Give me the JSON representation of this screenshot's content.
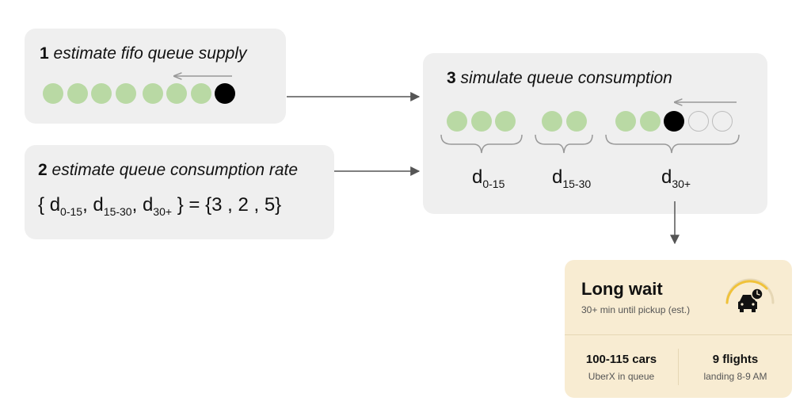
{
  "steps": [
    {
      "number": "1",
      "title": "estimate fifo queue supply"
    },
    {
      "number": "2",
      "title": "estimate queue consumption rate"
    },
    {
      "number": "3",
      "title": "simulate queue consumption"
    }
  ],
  "supply_queue": {
    "filled": 7,
    "current": 1
  },
  "formula": {
    "lbrace": "{",
    "rbrace": "}",
    "equals": "=",
    "d": "d",
    "terms": [
      "0-15",
      "15-30",
      "30+"
    ],
    "values": "{3 , 2 , 5}"
  },
  "simulation": {
    "groups": [
      {
        "subscript": "0-15",
        "filled": 3,
        "current": 0,
        "empty": 0
      },
      {
        "subscript": "15-30",
        "filled": 2,
        "current": 0,
        "empty": 0
      },
      {
        "subscript": "30+",
        "filled": 2,
        "current": 1,
        "empty": 2
      }
    ]
  },
  "card": {
    "title": "Long wait",
    "subtitle": "30+ min until pickup (est.)",
    "stats": [
      {
        "value": "100-115 cars",
        "label": "UberX in queue"
      },
      {
        "value": "9 flights",
        "label": "landing 8-9 AM"
      }
    ]
  },
  "colors": {
    "filled_dot": "#b9d9a4",
    "current_dot": "#000000",
    "box_bg": "#efefef",
    "card_bg": "#f8ecd2",
    "gauge_arc": "#f0c23a"
  },
  "icons": [
    "car-clock-icon",
    "gauge-icon",
    "arrow-left-icon",
    "arrow-right-icon",
    "arrow-down-icon"
  ]
}
